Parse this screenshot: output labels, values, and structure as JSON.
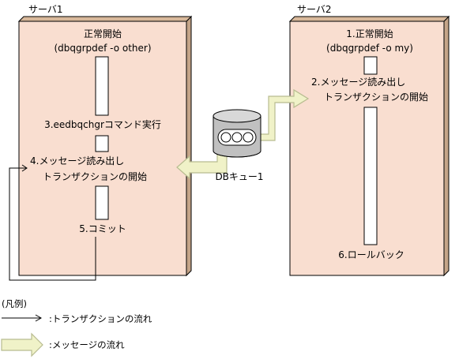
{
  "servers": [
    {
      "title": "サーバ1",
      "start_label": "正常開始",
      "start_command": "(dbqgrpdef -o other)",
      "step3": "3.eedbqchgrコマンド実行",
      "step4_line1": "4.メッセージ読み出し",
      "step4_line2": "トランザクションの開始",
      "step5": "5.コミット"
    },
    {
      "title": "サーバ2",
      "start_label": "1.正常開始",
      "start_command": "(dbqgrpdef -o my)",
      "step2_line1": "2.メッセージ読み出し",
      "step2_line2": "トランザクションの開始",
      "step6": "6.ロールバック"
    }
  ],
  "queue": {
    "label": "DBキュー1"
  },
  "legend": {
    "title": "(凡例)",
    "transaction_flow": ":トランザクションの流れ",
    "message_flow": ":メッセージの流れ"
  },
  "colors": {
    "server_fill": "#f9ded0",
    "server_shadow": "#c4a488",
    "message_arrow_fill": "#f0f2c8",
    "message_arrow_stroke": "#b8bc90",
    "queue_fill": "#c0c0c0"
  }
}
